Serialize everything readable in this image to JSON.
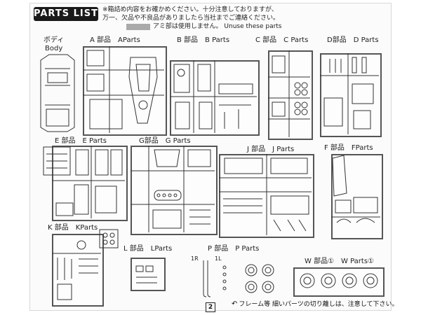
{
  "header": {
    "title": "PARTS LIST",
    "notice_line1": "※箱詰め内容をお確かめください。十分注意しておりますが、",
    "notice_line2": "万一、欠品や不良品がありましたら当社までご連絡ください。",
    "unuse_note": "アミ部は使用しません。 Unuse these parts"
  },
  "sections": {
    "body": {
      "jp": "ボディ",
      "en": "Body"
    },
    "a": {
      "label": "A 部品　AParts"
    },
    "b": {
      "label": "B 部品　B Parts"
    },
    "c": {
      "label": "C 部品　C Parts"
    },
    "d": {
      "label": "D部品　D Parts"
    },
    "e": {
      "label": "E 部品　E Parts"
    },
    "g": {
      "label": "G部品　G Parts"
    },
    "j": {
      "label": "J 部品　J Parts"
    },
    "f": {
      "label": "F 部品　FParts"
    },
    "k": {
      "label": "K 部品　KParts"
    },
    "l": {
      "label": "L 部品　LParts"
    },
    "p": {
      "label": "P 部品　P Parts",
      "part_1r": "1R",
      "part_1l": "1L"
    },
    "w": {
      "label": "W 部品①　W Parts①"
    }
  },
  "footer": {
    "page_number": "2",
    "note": "フレーム等 細いパーツの切り離しは、注意して下さい。"
  }
}
